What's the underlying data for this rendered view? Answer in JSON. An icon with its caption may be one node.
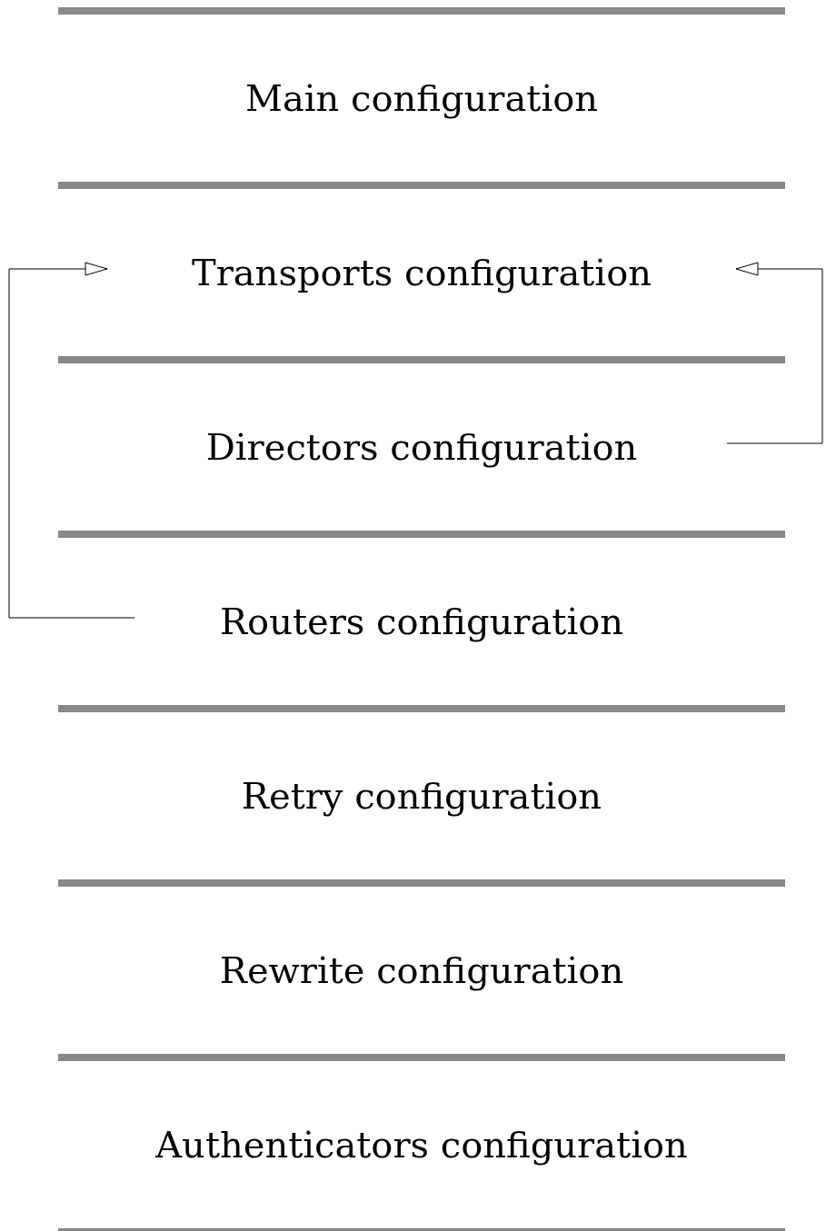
{
  "diagram": {
    "nodes": [
      {
        "text": [
          "Main configuration"
        ]
      },
      {
        "text": [
          "Transports configuration"
        ]
      },
      {
        "text": [
          "Directors configuration"
        ]
      },
      {
        "text": [
          "Routers configuration"
        ]
      },
      {
        "text": [
          "Retry configuration"
        ]
      },
      {
        "text": [
          "Rewrite configuration"
        ]
      },
      {
        "text": [
          "Authenticators configuration"
        ]
      }
    ],
    "edges": [
      {
        "from": 3,
        "to": 1,
        "arrow": "to"
      },
      {
        "from": 2,
        "to": 1,
        "arrow": "to"
      }
    ]
  }
}
